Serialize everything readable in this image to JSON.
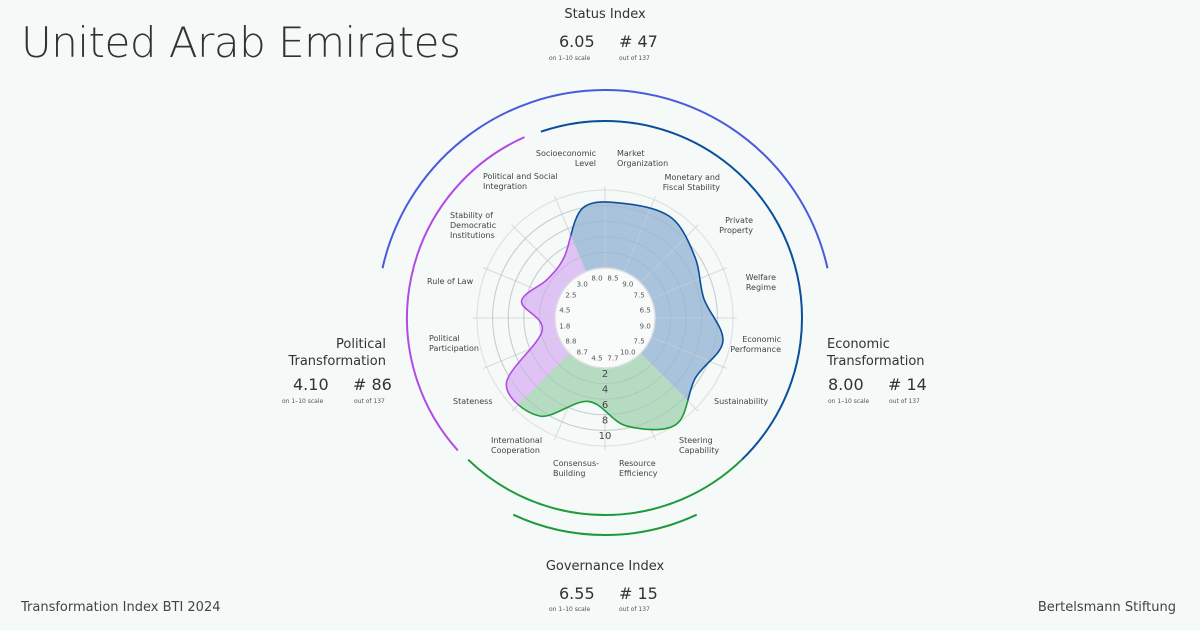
{
  "title": "United Arab Emirates",
  "status_index": {
    "title": "Status Index",
    "score": "6.05",
    "score_note": "on 1–10 scale",
    "rank": "# 47",
    "rank_note": "out of 137"
  },
  "political": {
    "title_1": "Political",
    "title_2": "Transformation",
    "score": "4.10",
    "score_note": "on 1–10 scale",
    "rank": "# 86",
    "rank_note": "out of 137"
  },
  "economic": {
    "title_1": "Economic",
    "title_2": "Transformation",
    "score": "8.00",
    "score_note": "on 1–10 scale",
    "rank": "# 14",
    "rank_note": "out of 137"
  },
  "governance": {
    "title": "Governance Index",
    "score": "6.55",
    "score_note": "on 1–10 scale",
    "rank": "# 15",
    "rank_note": "out of 137"
  },
  "footer": {
    "left": "Transformation Index BTI 2024",
    "right": "Bertelsmann Stiftung"
  },
  "colors": {
    "economic": "#0b4f9c",
    "economic_fill": "#a9c3dc",
    "governance": "#1f9a3b",
    "governance_fill": "#b5dcc0",
    "political": "#b24be6",
    "political_fill": "#dfc3f5",
    "status": "#4a5adb"
  },
  "chart_data": {
    "type": "radar",
    "range": [
      0,
      10
    ],
    "scale_ticks": [
      "2",
      "4",
      "6",
      "8",
      "10"
    ],
    "dimensions": [
      {
        "label_1": "Socioeconomic",
        "label_2": "Level",
        "value": "8.0",
        "group": "economic"
      },
      {
        "label_1": "Market",
        "label_2": "Organization",
        "value": "8.5",
        "group": "economic"
      },
      {
        "label_1": "Monetary and",
        "label_2": "Fiscal Stability",
        "value": "9.0",
        "group": "economic"
      },
      {
        "label_1": "Private",
        "label_2": "Property",
        "value": "7.5",
        "group": "economic"
      },
      {
        "label_1": "Welfare",
        "label_2": "Regime",
        "value": "6.5",
        "group": "economic"
      },
      {
        "label_1": "Economic",
        "label_2": "Performance",
        "value": "9.0",
        "group": "economic"
      },
      {
        "label_1": "Sustainability",
        "label_2": "",
        "value": "7.5",
        "group": "economic"
      },
      {
        "label_1": "Steering",
        "label_2": "Capability",
        "value": "10.0",
        "group": "governance"
      },
      {
        "label_1": "Resource",
        "label_2": "Efficiency",
        "value": "7.7",
        "group": "governance"
      },
      {
        "label_1": "Consensus-",
        "label_2": "Building",
        "value": "4.5",
        "group": "governance"
      },
      {
        "label_1": "International",
        "label_2": "Cooperation",
        "value": "8.7",
        "group": "governance"
      },
      {
        "label_1": "Stateness",
        "label_2": "",
        "value": "8.8",
        "group": "political"
      },
      {
        "label_1": "Political",
        "label_2": "Participation",
        "value": "1.8",
        "group": "political"
      },
      {
        "label_1": "Rule of Law",
        "label_2": "",
        "value": "4.5",
        "group": "political"
      },
      {
        "label_1": "Stability of",
        "label_2": "Democratic",
        "label_3": "Institutions",
        "value": "2.5",
        "group": "political"
      },
      {
        "label_1": "Political and Social",
        "label_2": "Integration",
        "value": "3.0",
        "group": "political"
      }
    ]
  }
}
